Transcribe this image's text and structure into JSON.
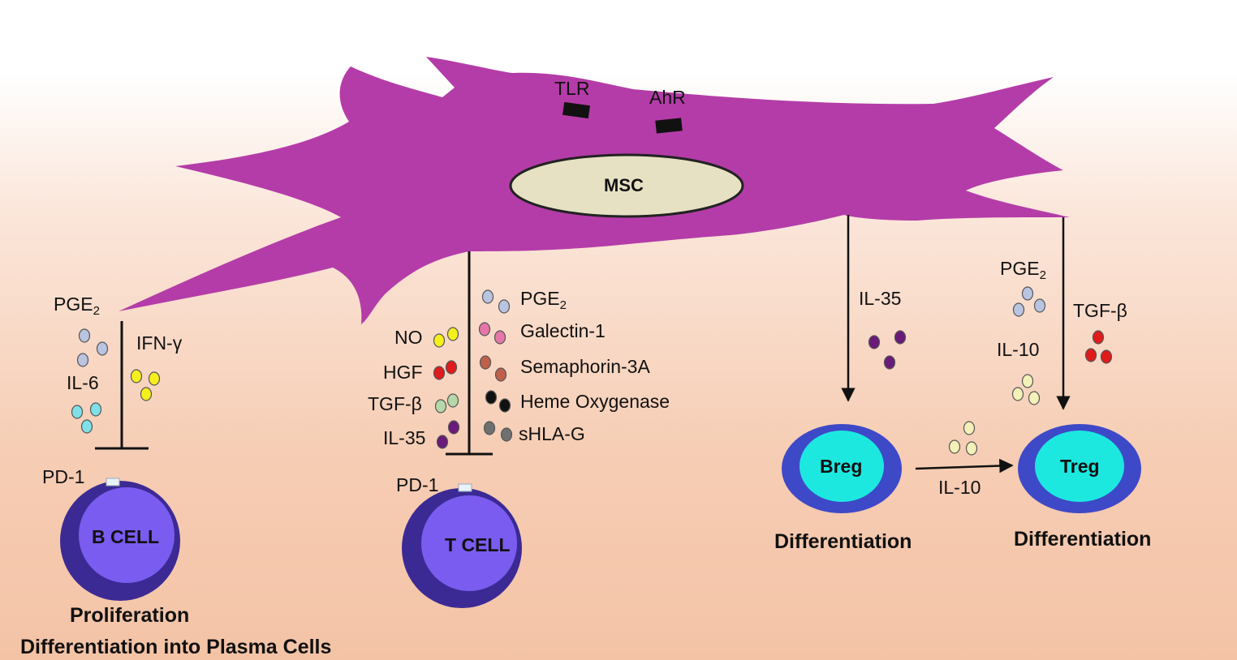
{
  "msc": {
    "nucleus_label": "MSC",
    "receptors": [
      "TLR",
      "AhR"
    ],
    "color_body": "#b43ca8",
    "color_nucleus": "#e6e1c3"
  },
  "b_cell": {
    "label": "B CELL",
    "receptor": "PD-1",
    "factors": [
      "IL-6",
      "IFN-γ"
    ],
    "pge2": {
      "base": "PGE",
      "sub": "2"
    },
    "outcome_line1": "Proliferation",
    "outcome_line2": "Differentiation into Plasma Cells"
  },
  "t_cell": {
    "label": "T CELL",
    "receptor": "PD-1",
    "left_factors": [
      "NO",
      "HGF",
      "TGF-β",
      "IL-35"
    ],
    "right_factors": [
      "Galectin-1",
      "Semaphorin-3A",
      "Heme Oxygenase",
      "sHLA-G"
    ],
    "pge2": {
      "base": "PGE",
      "sub": "2"
    }
  },
  "breg": {
    "label": "Breg",
    "factor": "IL-35",
    "outcome": "Differentiation"
  },
  "treg": {
    "label": "Treg",
    "factors": [
      "IL-10",
      "TGF-β"
    ],
    "pge2": {
      "base": "PGE",
      "sub": "2"
    },
    "outcome": "Differentiation"
  },
  "breg_to_treg": {
    "factor": "IL-10"
  },
  "colors": {
    "lymphocyte_outer": "#3c2a94",
    "lymphocyte_inner": "#7a5cf0",
    "reg_outer": "#3e49c8",
    "reg_inner": "#1de8e0",
    "dot_pge2": "#b9c4e0",
    "dot_ifn": "#f5ef1d",
    "dot_il6": "#7fe0e8",
    "dot_no": "#f5ef1d",
    "dot_hgf": "#e01b1b",
    "dot_tgf_light": "#b6d7a8",
    "dot_il35": "#6a1b7a",
    "dot_galectin": "#e676a8",
    "dot_sema": "#c0604a",
    "dot_heme": "#111111",
    "dot_shlag": "#707070",
    "dot_il10": "#f3f0b8",
    "dot_tgf_red": "#e01b1b"
  }
}
